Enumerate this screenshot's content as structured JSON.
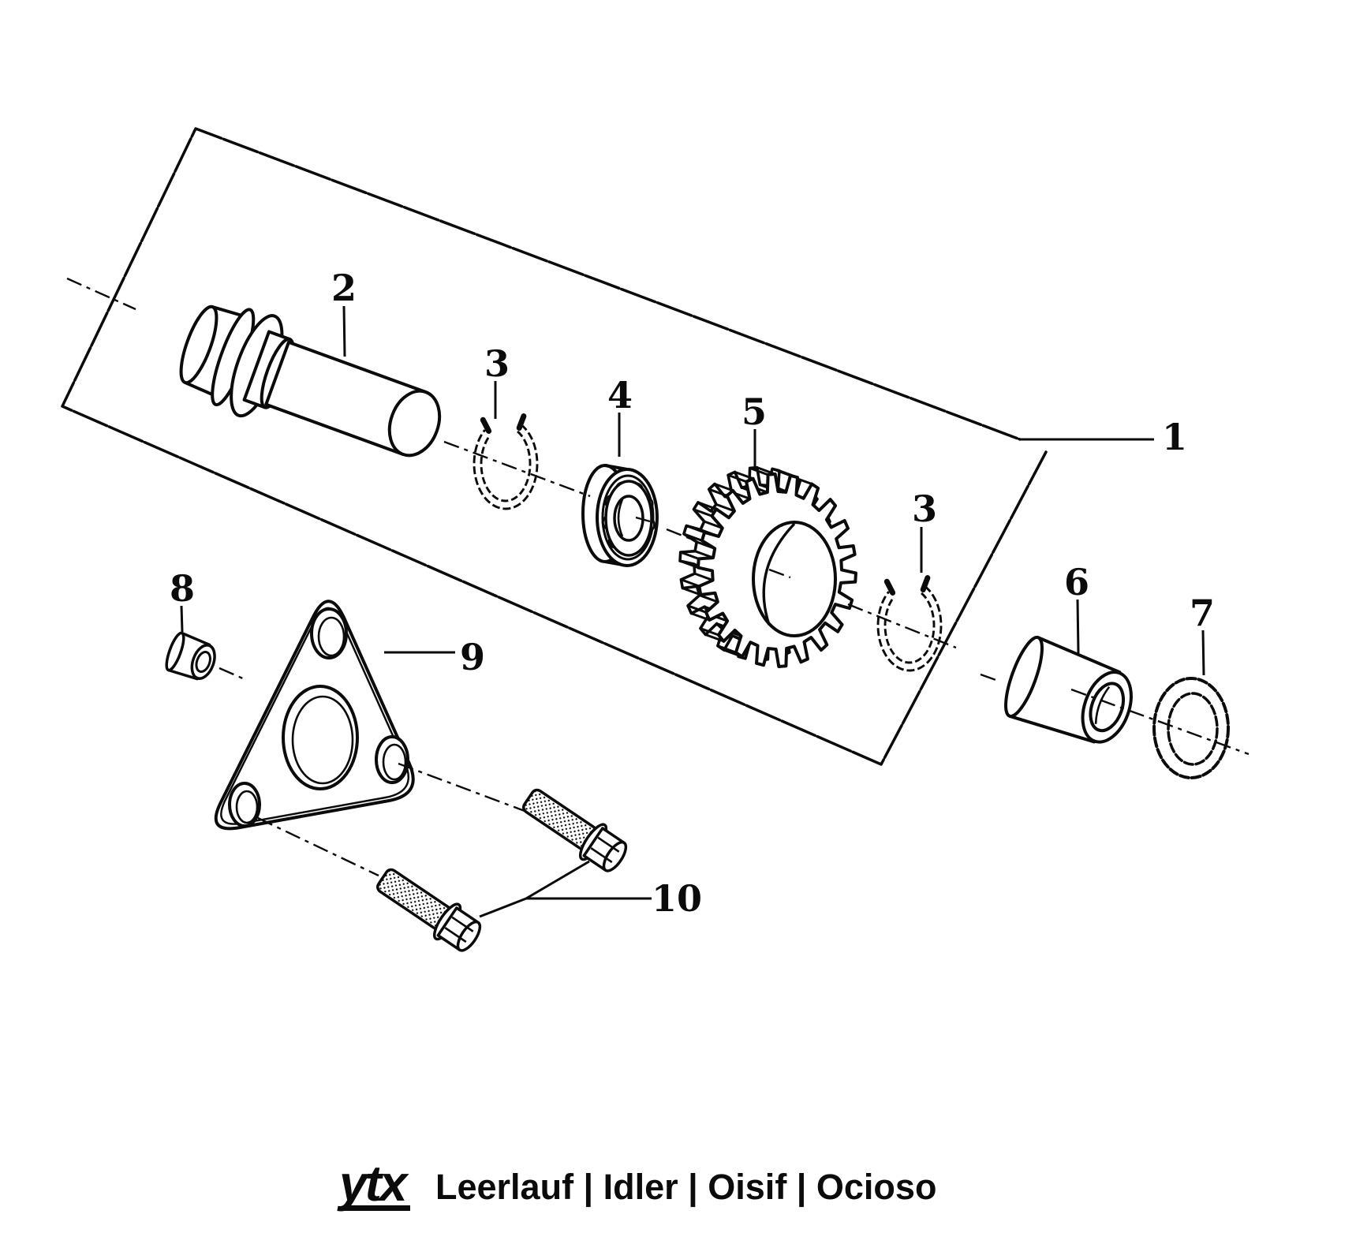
{
  "diagram": {
    "labels": {
      "n1": "1",
      "n2": "2",
      "n3a": "3",
      "n3b": "3",
      "n4": "4",
      "n5": "5",
      "n6": "6",
      "n7": "7",
      "n8": "8",
      "n9": "9",
      "n10": "10"
    }
  },
  "footer": {
    "brand": "ytx",
    "caption": "Leerlauf | Idler | Oisif | Ocioso"
  },
  "colors": {
    "ink": "#0b0b0b",
    "paper": "#ffffff"
  }
}
